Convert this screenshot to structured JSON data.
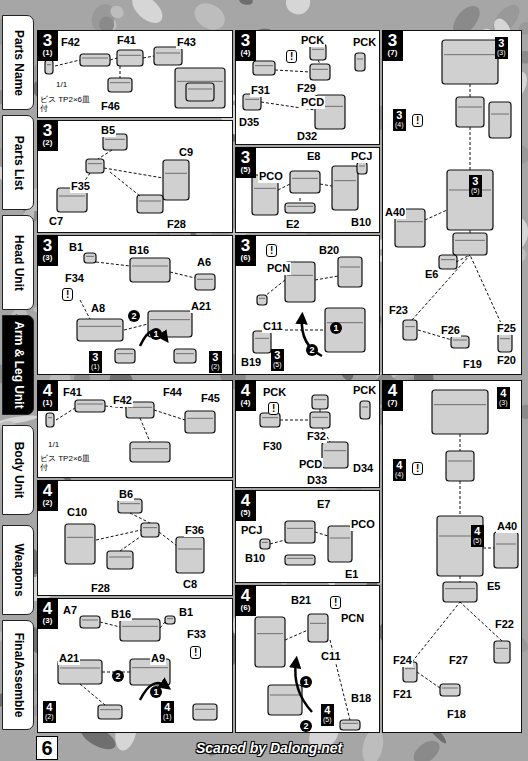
{
  "diagram": {
    "nodes": [
      {
        "text": [
          "Parts Name"
        ]
      },
      {
        "text": [
          "Parts List"
        ]
      },
      {
        "text": [
          "Head Unit"
        ]
      },
      {
        "text": [
          "Arm & Leg Unit"
        ]
      },
      {
        "text": [
          "Body Unit"
        ]
      },
      {
        "text": [
          "Weapons"
        ]
      },
      {
        "text": [
          "FinalAssemble"
        ]
      },
      {
        "text": [
          "3",
          "(1)"
        ]
      },
      {
        "text": [
          "3",
          "(2)"
        ]
      },
      {
        "text": [
          "3",
          "(3)"
        ]
      },
      {
        "text": [
          "3",
          "(4)"
        ]
      },
      {
        "text": [
          "3",
          "(5)"
        ]
      },
      {
        "text": [
          "3",
          "(6)"
        ]
      },
      {
        "text": [
          "3",
          "(7)"
        ]
      },
      {
        "text": [
          "4",
          "(1)"
        ]
      },
      {
        "text": [
          "4",
          "(2)"
        ]
      },
      {
        "text": [
          "4",
          "(3)"
        ]
      },
      {
        "text": [
          "4",
          "(4)"
        ]
      },
      {
        "text": [
          "4",
          "(5)"
        ]
      },
      {
        "text": [
          "4",
          "(6)"
        ]
      },
      {
        "text": [
          "4",
          "(7)"
        ]
      },
      {
        "text": [
          "3",
          "(1)"
        ],
        "in": 9
      },
      {
        "text": [
          "3",
          "(2)"
        ],
        "in": 9
      },
      {
        "text": [
          "3",
          "(5)"
        ],
        "in": 12
      },
      {
        "text": [
          "3",
          "(3)"
        ],
        "in": 13
      },
      {
        "text": [
          "3",
          "(4)"
        ],
        "in": 13
      },
      {
        "text": [
          "3",
          "(5)"
        ],
        "in": 13
      },
      {
        "text": [
          "4",
          "(2)"
        ],
        "in": 16
      },
      {
        "text": [
          "4",
          "(1)"
        ],
        "in": 16
      },
      {
        "text": [
          "4",
          "(5)"
        ],
        "in": 19
      },
      {
        "text": [
          "4",
          "(3)"
        ],
        "in": 20
      },
      {
        "text": [
          "4",
          "(4)"
        ],
        "in": 20
      },
      {
        "text": [
          "4",
          "(5)"
        ],
        "in": 20
      },
      {
        "text": [
          "6"
        ]
      }
    ],
    "labels": [
      "F42",
      "F41",
      "F43",
      "1/1",
      "ビス TP2×6皿付",
      "F46",
      "B5",
      "C9",
      "F35",
      "C7",
      "F28",
      "B1",
      "B16",
      "A6",
      "F34",
      "!",
      "A8",
      "A21",
      "2",
      "1",
      "PCK",
      "!",
      "PCK",
      "F31",
      "F29",
      "PCD",
      "D35",
      "D32",
      "E8",
      "PCO",
      "PCJ",
      "E2",
      "B10",
      "!",
      "PCN",
      "B20",
      "C11",
      "B19",
      "1",
      "2",
      "!",
      "A40",
      "E6",
      "F23",
      "F26",
      "F25",
      "F19",
      "F20",
      "F41",
      "F42",
      "F44",
      "F45",
      "1/1",
      "ビス TP2×6皿付",
      "B6",
      "C10",
      "F36",
      "F28",
      "C8",
      "A7",
      "B16",
      "B1",
      "F33",
      "!",
      "A21",
      "A9",
      "2",
      "1",
      "PCK",
      "!",
      "PCK",
      "F30",
      "F32",
      "PCD",
      "D34",
      "D33",
      "E7",
      "PCO",
      "PCJ",
      "B10",
      "E1",
      "B21",
      "!",
      "PCN",
      "C11",
      "B18",
      "1",
      "2",
      "!",
      "A40",
      "E5",
      "F22",
      "F24",
      "F27",
      "F21",
      "F18",
      "Scaned by Dalong.net"
    ]
  }
}
